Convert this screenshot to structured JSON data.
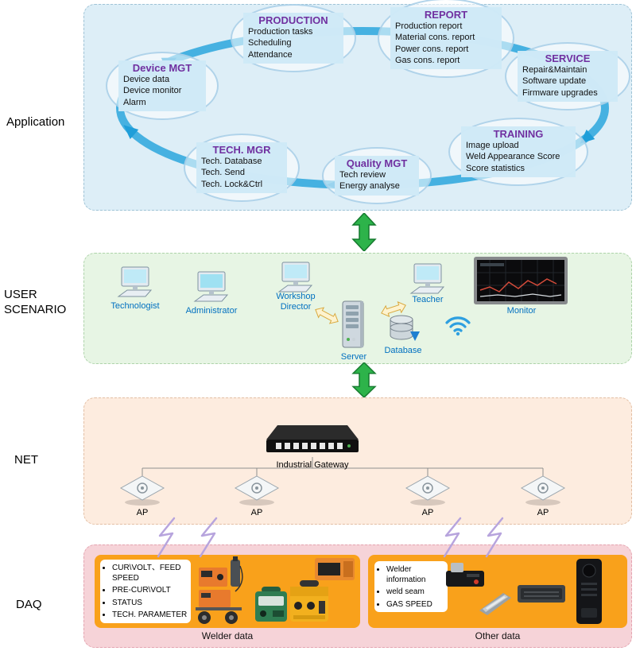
{
  "layer_labels": {
    "application": "Application",
    "user_scenario": "USER SCENARIO",
    "net": "NET",
    "daq": "DAQ"
  },
  "application": {
    "nodes": [
      {
        "title": "PRODUCTION",
        "items": [
          "Production tasks",
          "Scheduling",
          "Attendance"
        ]
      },
      {
        "title": "REPORT",
        "items": [
          "Production report",
          "Material cons. report",
          "Power cons. report",
          "Gas cons. report"
        ]
      },
      {
        "title": "SERVICE",
        "items": [
          "Repair&Maintain",
          "Software update",
          "Firmware upgrades"
        ]
      },
      {
        "title": "Device MGT",
        "items": [
          "Device data",
          "Device monitor",
          "Alarm"
        ]
      },
      {
        "title": "TRAINING",
        "items": [
          "Image upload",
          "Weld Appearance Score",
          "Score statistics"
        ]
      },
      {
        "title": "TECH. MGR",
        "items": [
          "Tech. Database",
          "Tech. Send",
          "Tech. Lock&Ctrl"
        ]
      },
      {
        "title": "Quality MGT",
        "items": [
          "Tech review",
          "Energy analyse"
        ]
      }
    ]
  },
  "user_scenario": {
    "users": [
      {
        "label": "Technologist"
      },
      {
        "label": "Administrator"
      },
      {
        "label": "Workshop Director"
      },
      {
        "label": "Teacher"
      }
    ],
    "server_label": "Server",
    "database_label": "Database",
    "monitor_label": "Monitor"
  },
  "net": {
    "gateway_label": "Industrial Gateway",
    "aps": [
      "AP",
      "AP",
      "AP",
      "AP"
    ]
  },
  "daq": {
    "welder_box": {
      "items": [
        "CUR\\VOLT、FEED SPEED",
        "PRE-CUR\\VOLT",
        "STATUS",
        "TECH. PARAMETER"
      ],
      "caption": "Welder data"
    },
    "other_box": {
      "items": [
        "Welder information",
        "weld seam",
        "GAS SPEED"
      ],
      "caption": "Other data"
    }
  },
  "colors": {
    "ring": "#29a8e0",
    "node_title": "#7030a0",
    "user_label": "#0070c0",
    "layer_arrow": "#2db34a",
    "app_bg": "#ddeef7",
    "user_bg": "#e7f5e4",
    "net_bg": "#fdecdf",
    "daq_bg": "#f6d3d8",
    "daq_box": "#f9a11b"
  }
}
